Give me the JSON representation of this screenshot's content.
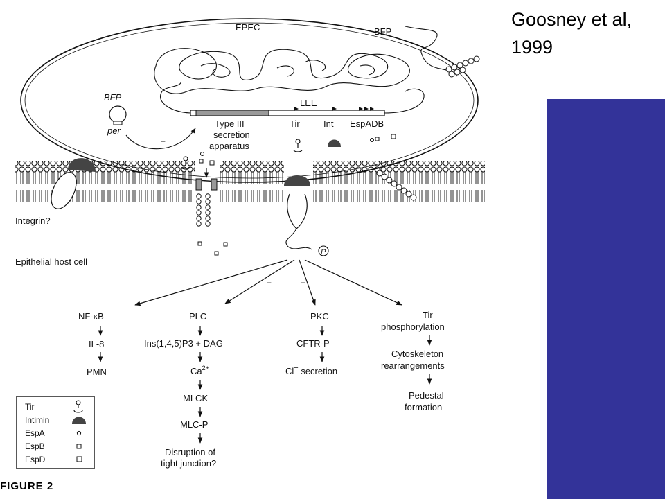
{
  "citation": {
    "authors": "Goosney et al,",
    "year": "1999"
  },
  "figure_label": "FIGURE 2",
  "colors": {
    "panel": "#333399",
    "ink": "#111111",
    "protein": "#444444",
    "region": "#9a9a9a"
  },
  "bacterium": {
    "name": "EPEC",
    "bfp_outside": "BFP",
    "bfp_inside": "BFP",
    "per": "per",
    "plus_sign": "+",
    "lee": "LEE",
    "genes": {
      "type3": "Type III",
      "tir": "Tir",
      "int": "Int",
      "esp": "EspADB"
    },
    "secretion_lines": [
      "secretion",
      "apparatus"
    ]
  },
  "host": {
    "integrin": "Integrin?",
    "host_cell": "Epithelial host cell",
    "phospho": "P",
    "plus_a": "+",
    "plus_b": "+"
  },
  "pathways": {
    "nfkb": {
      "head": "NF-κB",
      "steps": [
        "IL-8",
        "PMN"
      ]
    },
    "plc": {
      "head": "PLC",
      "step1": "Ins(1,4,5)P3 + DAG",
      "ca_base": "Ca",
      "ca_sup": "2+",
      "step3": "MLCK",
      "step4": "MLC-P",
      "end": [
        "Disruption of",
        "tight junction?"
      ]
    },
    "pkc": {
      "head": "PKC",
      "step1": "CFTR-P",
      "cl_base": "Cl",
      "cl_sup": "−",
      "cl_rest": " secretion"
    },
    "tir": {
      "head": [
        "Tir",
        "phosphorylation"
      ],
      "mid": [
        "Cytoskeleton",
        "rearrangements"
      ],
      "end": [
        "Pedestal",
        "formation"
      ]
    }
  },
  "legend": {
    "items": [
      "Tir",
      "Intimin",
      "EspA",
      "EspB",
      "EspD"
    ]
  }
}
